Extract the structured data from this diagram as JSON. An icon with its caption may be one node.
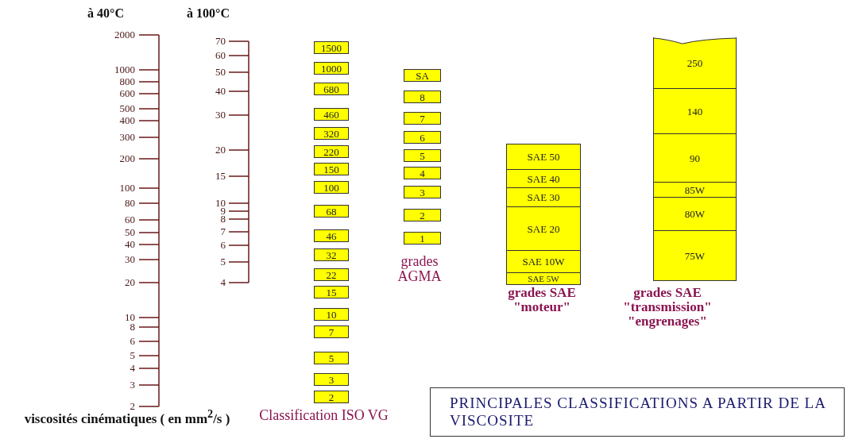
{
  "diagram": {
    "nodes": [
      {
        "text": [
          "1500"
        ]
      },
      {
        "text": [
          "1000"
        ]
      },
      {
        "text": [
          "680"
        ]
      },
      {
        "text": [
          "460"
        ]
      },
      {
        "text": [
          "320"
        ]
      },
      {
        "text": [
          "220"
        ]
      },
      {
        "text": [
          "150"
        ]
      },
      {
        "text": [
          "100"
        ]
      },
      {
        "text": [
          "68"
        ]
      },
      {
        "text": [
          "46"
        ]
      },
      {
        "text": [
          "32"
        ]
      },
      {
        "text": [
          "22"
        ]
      },
      {
        "text": [
          "15"
        ]
      },
      {
        "text": [
          "10"
        ]
      },
      {
        "text": [
          "7"
        ]
      },
      {
        "text": [
          "5"
        ]
      },
      {
        "text": [
          "3"
        ]
      },
      {
        "text": [
          "2"
        ]
      },
      {
        "text": [
          "SA"
        ]
      },
      {
        "text": [
          "8"
        ]
      },
      {
        "text": [
          "7"
        ]
      },
      {
        "text": [
          "6"
        ]
      },
      {
        "text": [
          "5"
        ]
      },
      {
        "text": [
          "4"
        ]
      },
      {
        "text": [
          "3"
        ]
      },
      {
        "text": [
          "2"
        ]
      },
      {
        "text": [
          "1"
        ]
      },
      {
        "text": [
          "SAE 50"
        ]
      },
      {
        "text": [
          "SAE 40"
        ]
      },
      {
        "text": [
          "SAE 30"
        ]
      },
      {
        "text": [
          "SAE 20"
        ]
      },
      {
        "text": [
          "SAE 10W"
        ]
      },
      {
        "text": [
          "SAE 5W"
        ]
      },
      {
        "text": [
          "250"
        ]
      },
      {
        "text": [
          "140"
        ]
      },
      {
        "text": [
          "90"
        ]
      },
      {
        "text": [
          "85W"
        ]
      },
      {
        "text": [
          "80W"
        ]
      },
      {
        "text": [
          "75W"
        ]
      },
      {
        "text": [
          "PRINCIPALES CLASSIFICATIONS A PARTIR DE LA VISCOSITE"
        ]
      }
    ],
    "labels": [
      "à 40°C",
      "à 100°C",
      "2000",
      "1000",
      "800",
      "600",
      "500",
      "400",
      "300",
      "200",
      "100",
      "80",
      "60",
      "50",
      "40",
      "30",
      "20",
      "10",
      "8",
      "6",
      "5",
      "4",
      "3",
      "2",
      "70",
      "60",
      "50",
      "40",
      "30",
      "20",
      "15",
      "10",
      "9",
      "8",
      "7",
      "6",
      "5",
      "4",
      "viscosités cinématiques ( en mm$^{2}$/s )",
      "Classification ISO VG",
      "grades AGMA",
      "grades SAE \"moteur\"",
      "grades SAE \"transmission\" \"engrenages\""
    ]
  }
}
